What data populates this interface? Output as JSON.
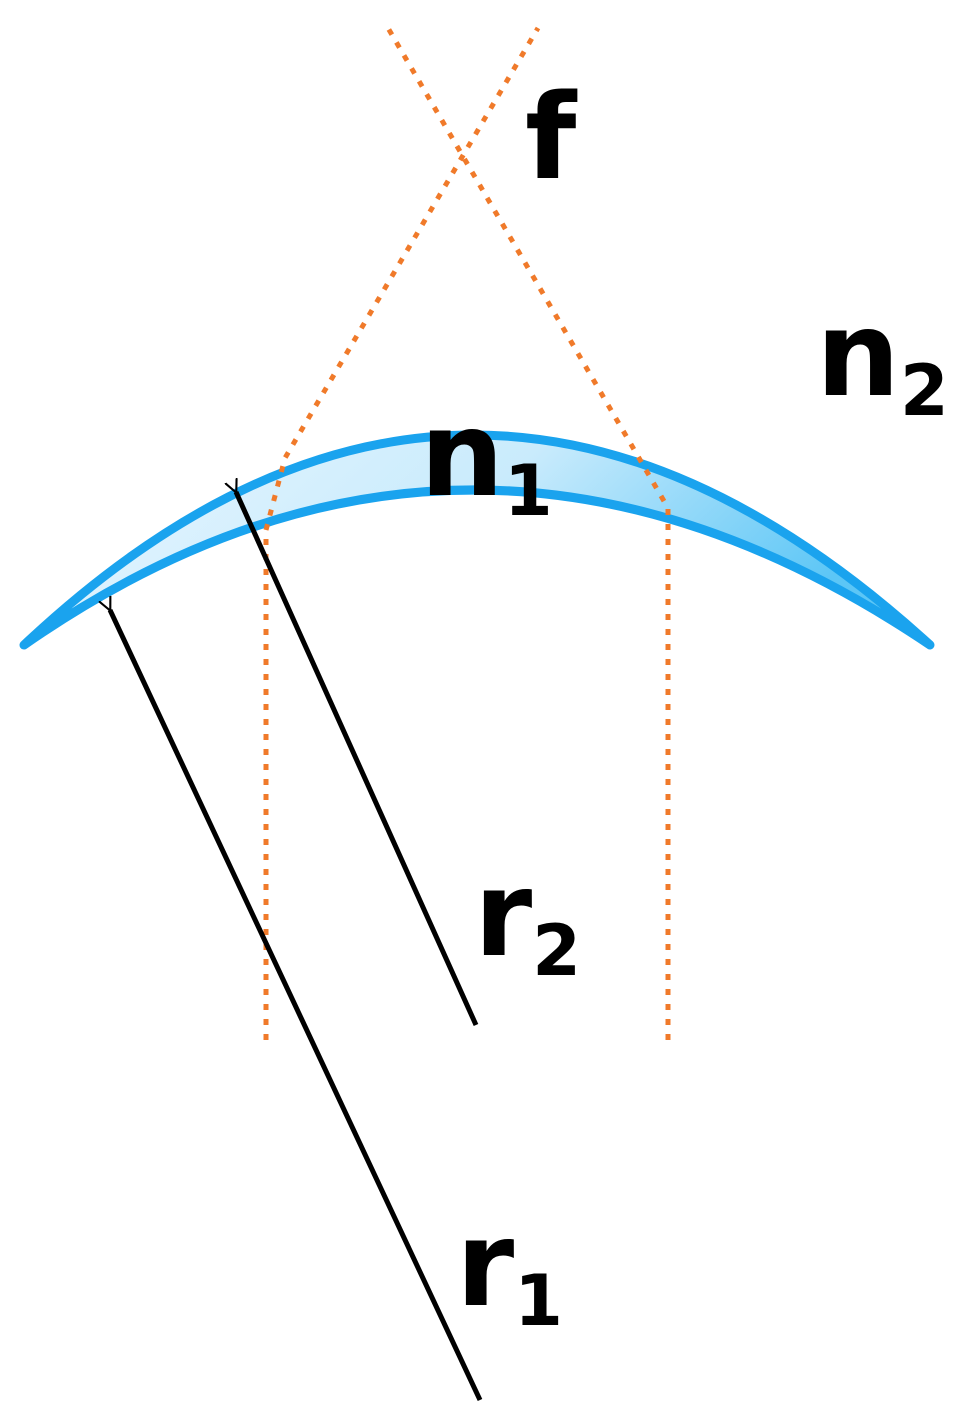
{
  "labels": {
    "focal_point": "f",
    "lens_index": "n",
    "lens_index_sub": "1",
    "medium_index": "n",
    "medium_index_sub": "2",
    "radius_outer": "r",
    "radius_outer_sub": "1",
    "radius_inner": "r",
    "radius_inner_sub": "2"
  },
  "colors": {
    "lens_stroke": "#1aa3ee",
    "lens_fill_light": "#eaf7ff",
    "lens_fill_dark": "#5cc6f6",
    "ray": "#f07a2a",
    "radius_arrow": "#000000"
  }
}
